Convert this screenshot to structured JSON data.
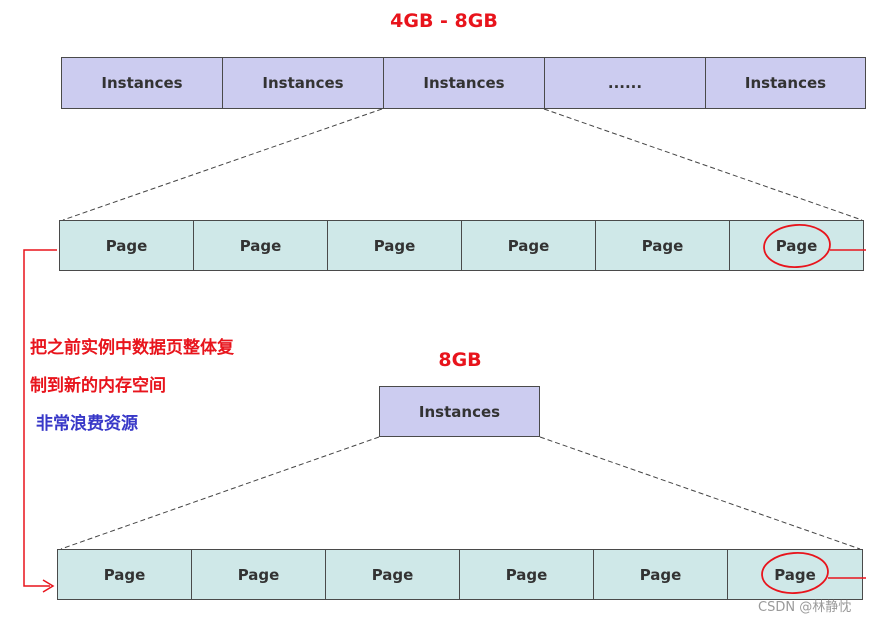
{
  "top": {
    "title": "4GB - 8GB",
    "instances": [
      "Instances",
      "Instances",
      "Instances",
      "......",
      "Instances"
    ],
    "pages": [
      "Page",
      "Page",
      "Page",
      "Page",
      "Page",
      "Page"
    ]
  },
  "bottom": {
    "title": "8GB",
    "instance": "Instances",
    "pages": [
      "Page",
      "Page",
      "Page",
      "Page",
      "Page",
      "Page"
    ]
  },
  "notes": {
    "line1": "把之前实例中数据页整体复",
    "line2": "制到新的内存空间",
    "line3": "非常浪费资源"
  },
  "watermark": "CSDN @林静忱",
  "colors": {
    "title_red": "#e8141c",
    "note_blue": "#3838c8",
    "instance_fill": "#ccccf0",
    "page_fill": "#cfe8e8",
    "circle_red": "#e8141c"
  }
}
